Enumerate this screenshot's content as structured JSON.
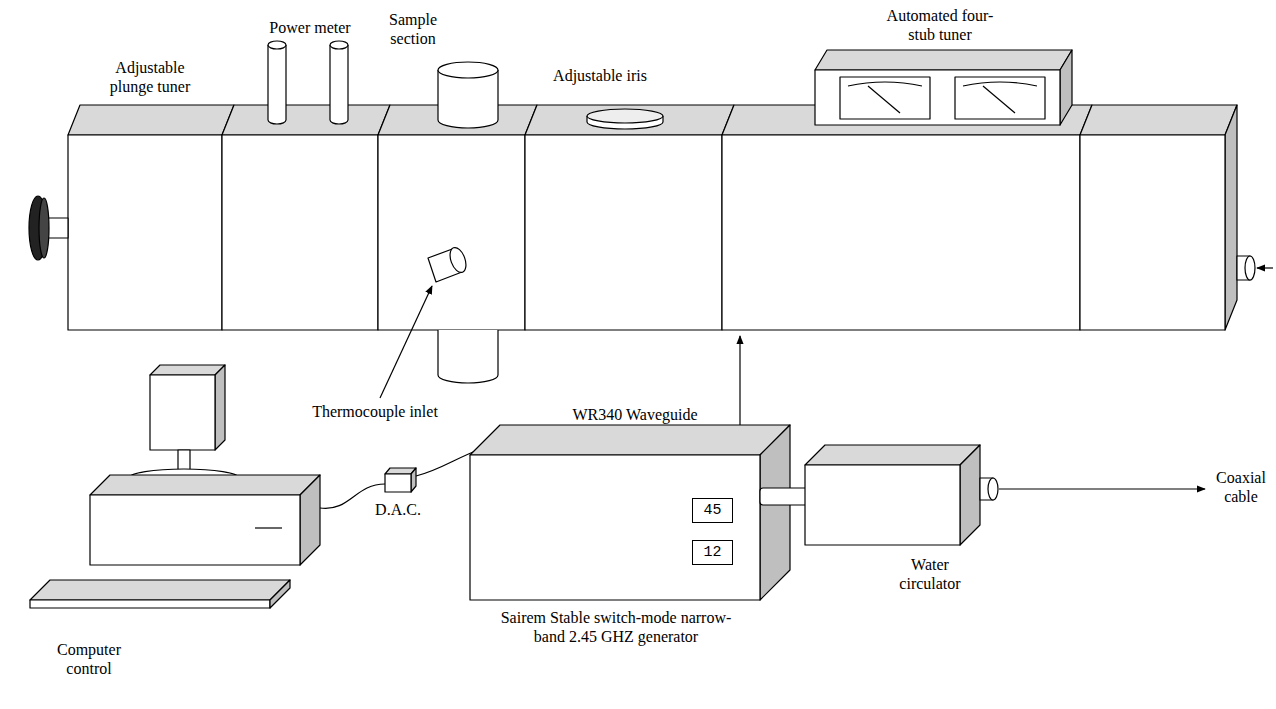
{
  "diagram": {
    "nodes": [
      {
        "text": [
          "45"
        ]
      },
      {
        "text": [
          "12"
        ]
      }
    ],
    "labels": [
      "Adjustable plunge tuner",
      "Power meter",
      "Sample section",
      "Adjustable iris",
      "Automated four-stub tuner",
      "Thermocouple inlet",
      "WR340 Waveguide",
      "D.A.C.",
      "Sairem Stable switch-mode narrow-band 2.45 GHZ generator",
      "Water circulator",
      "Coaxial cable",
      "Computer control"
    ]
  }
}
